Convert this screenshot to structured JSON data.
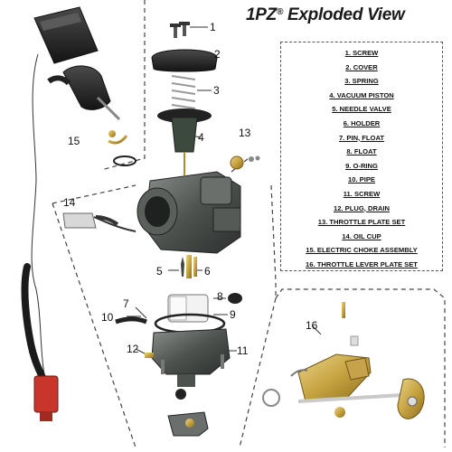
{
  "title_main": "1PZ",
  "title_reg": "®",
  "title_rest": " Exploded View",
  "legend": [
    "1. SCREW",
    "2. COVER",
    "3. SPRING",
    "4. VACUUM PISTON",
    "5. NEEDLE VALVE",
    "6. HOLDER",
    "7. PIN, FLOAT",
    "8. FLOAT",
    "9. O-RING",
    "10. PIPE",
    "11. SCREW",
    "12. PLUG, DRAIN",
    "13. THROTTLE PLATE SET",
    "14. OIL CUP",
    "15. ELECTRIC CHOKE ASSEMBLY",
    "16. THROTTLE LEVER PLATE SET"
  ],
  "callouts": {
    "c1": "1",
    "c2": "2",
    "c3": "3",
    "c4": "4",
    "c5": "5",
    "c6": "6",
    "c7": "7",
    "c8": "8",
    "c9": "9",
    "c10": "10",
    "c11": "11",
    "c12": "12",
    "c13": "13",
    "c14": "14",
    "c15": "15",
    "c16": "16"
  }
}
